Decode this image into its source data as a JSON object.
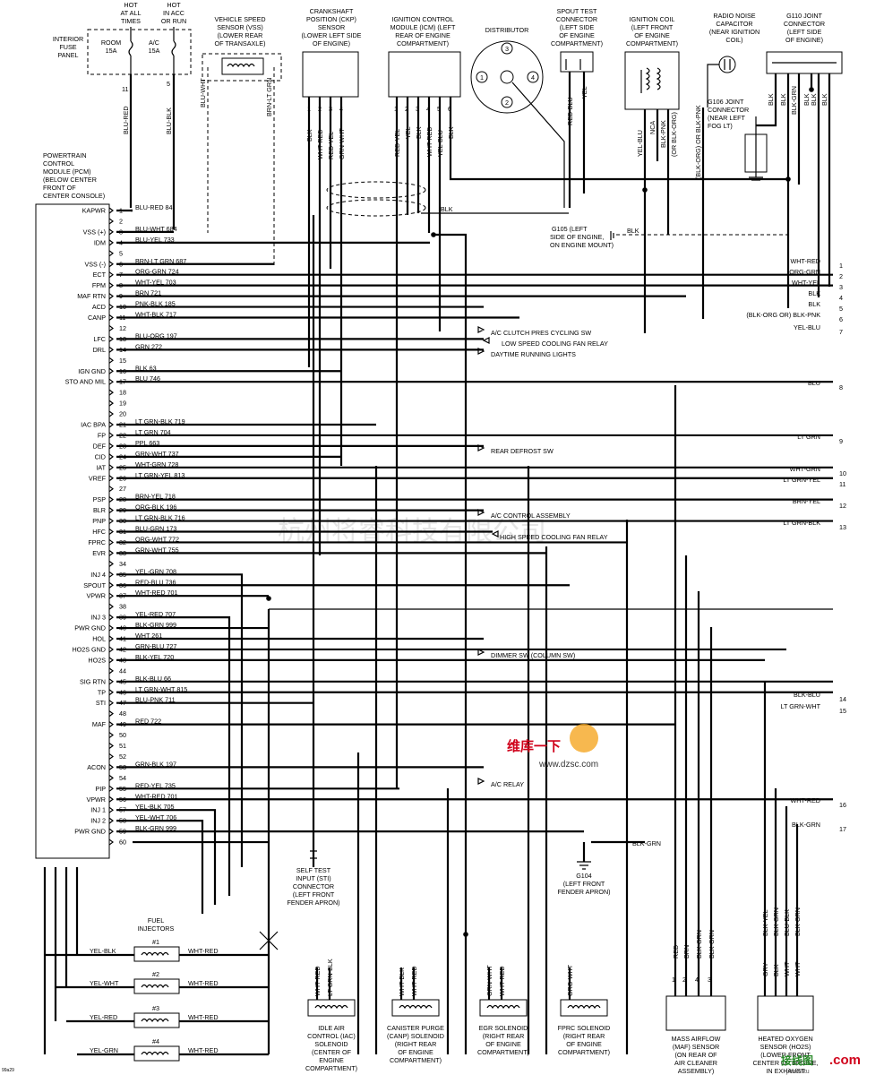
{
  "watermark": "杭州将睿科技有限公司",
  "watermark_site": "www.dzsc.com",
  "watermark_logo": "维库一下",
  "corner_logo": "接线图",
  "corner_url": ".com",
  "corner_sub": "jiexiantu",
  "corner_left": "99a29",
  "pcm_label": [
    "POWERTRAIN",
    "CONTROL",
    "MODULE (PCM)",
    "(BELOW CENTER",
    "FRONT OF",
    "CENTER CONSOLE)"
  ],
  "fuse_panel": {
    "label": [
      "INTERIOR",
      "FUSE",
      "PANEL"
    ],
    "hot1": [
      "HOT",
      "AT ALL",
      "TIMES"
    ],
    "hot2": [
      "HOT",
      "IN ACC",
      "OR RUN"
    ],
    "fuse1": [
      "ROOM",
      "15A"
    ],
    "fuse2": [
      "A/C",
      "15A"
    ],
    "pin1": "11",
    "pin2": "5",
    "wire1": "BLU-RED",
    "wire2": "BLU-BLK"
  },
  "top_components": [
    {
      "id": "vss",
      "lines": [
        "VEHICLE SPEED",
        "SENSOR (VSS)",
        "(LOWER REAR",
        "OF TRANSAXLE)"
      ],
      "wires": [
        "BLU-WHT",
        "BRN-LT GRN"
      ]
    },
    {
      "id": "ckp",
      "lines": [
        "CRANKSHAFT",
        "POSITION (CKP)",
        "SENSOR",
        "(LOWER LEFT SIDE",
        "OF ENGINE)"
      ],
      "pins": [
        "1",
        "2",
        "3",
        "4"
      ],
      "wires": [
        "BLK",
        "WHT-RED",
        "RED-YEL",
        "GRN-WHT"
      ]
    },
    {
      "id": "icm",
      "lines": [
        "IGNITION CONTROL",
        "MODULE (ICM) (LEFT",
        "REAR OF ENGINE",
        "COMPARTMENT)"
      ],
      "pins": [
        "1",
        "2",
        "3",
        "4",
        "5",
        "6"
      ],
      "wires": [
        "RED-YEL",
        "YEL",
        "BLK",
        "WHT-RED",
        "YEL-BLU",
        "BLK"
      ]
    },
    {
      "id": "dist",
      "lines": [
        "DISTRIBUTOR"
      ],
      "pins": [
        "1",
        "2",
        "3",
        "4"
      ]
    },
    {
      "id": "spout",
      "lines": [
        "SPOUT TEST",
        "CONNECTOR",
        "(LEFT SIDE",
        "OF ENGINE",
        "COMPARTMENT)"
      ],
      "wires": [
        "RED-BLU",
        "YEL"
      ]
    },
    {
      "id": "coil",
      "lines": [
        "IGNITION COIL",
        "(LEFT FRONT",
        "OF ENGINE",
        "COMPARTMENT)"
      ],
      "wires": [
        "YEL-BLU",
        "NCA",
        "BLK-PNK",
        "(OR BLK-ORG)"
      ]
    },
    {
      "id": "cap",
      "lines": [
        "RADIO NOISE",
        "CAPACITOR",
        "(NEAR IGNITION",
        "COIL)"
      ],
      "wires": [
        "(BLK-ORG) OR BLK-PNK"
      ]
    },
    {
      "id": "g106",
      "lines": [
        "G106 JOINT",
        "CONNECTOR",
        "(NEAR LEFT",
        "FOG LT)"
      ]
    },
    {
      "id": "g110",
      "lines": [
        "G110 JOINT",
        "CONNECTOR",
        "(LEFT SIDE",
        "OF ENGINE)"
      ],
      "wires": [
        "BLK",
        "BLK",
        "BLK-GRN",
        "BLK",
        "BLK",
        "BLK"
      ]
    }
  ],
  "g105": [
    "G105 (LEFT",
    "SIDE OF ENGINE,",
    "ON ENGINE MOUNT)"
  ],
  "g105_wire": "BLK",
  "g104": [
    "G104",
    "(LEFT FRONT",
    "FENDER APRON)"
  ],
  "sti_conn": [
    "SELF TEST",
    "INPUT (STI)",
    "CONNECTOR",
    "(LEFT FRONT",
    "FENDER APRON)"
  ],
  "pins": [
    {
      "n": "1",
      "wire": "BLU-RED 84",
      "func": "KAPWR"
    },
    {
      "n": "2",
      "wire": "",
      "func": ""
    },
    {
      "n": "3",
      "wire": "BLU-WHT 684",
      "func": "VSS (+)"
    },
    {
      "n": "4",
      "wire": "BLU-YEL 733",
      "func": "IDM"
    },
    {
      "n": "5",
      "wire": "",
      "func": ""
    },
    {
      "n": "6",
      "wire": "BRN-LT GRN 687",
      "func": "VSS (-)"
    },
    {
      "n": "7",
      "wire": "ORG-GRN 724",
      "func": "ECT"
    },
    {
      "n": "8",
      "wire": "WHT-YEL 703",
      "func": "FPM"
    },
    {
      "n": "9",
      "wire": "BRN 721",
      "func": "MAF RTN"
    },
    {
      "n": "10",
      "wire": "PNK-BLK 185",
      "func": "ACD"
    },
    {
      "n": "11",
      "wire": "WHT-BLK 717",
      "func": "CANP"
    },
    {
      "n": "12",
      "wire": "",
      "func": ""
    },
    {
      "n": "13",
      "wire": "BLU-ORG 197",
      "func": "LFC"
    },
    {
      "n": "14",
      "wire": "GRN 272",
      "func": "DRL"
    },
    {
      "n": "15",
      "wire": "",
      "func": ""
    },
    {
      "n": "16",
      "wire": "BLK 63",
      "func": "IGN GND"
    },
    {
      "n": "17",
      "wire": "BLU 746",
      "func": "STO AND MIL"
    },
    {
      "n": "18",
      "wire": "",
      "func": ""
    },
    {
      "n": "19",
      "wire": "",
      "func": ""
    },
    {
      "n": "20",
      "wire": "",
      "func": ""
    },
    {
      "n": "21",
      "wire": "LT GRN-BLK 719",
      "func": "IAC BPA"
    },
    {
      "n": "22",
      "wire": "LT GRN 704",
      "func": "FP"
    },
    {
      "n": "23",
      "wire": "PPL 663",
      "func": "DEF"
    },
    {
      "n": "24",
      "wire": "GRN-WHT 737",
      "func": "CID"
    },
    {
      "n": "25",
      "wire": "WHT-GRN 728",
      "func": "IAT"
    },
    {
      "n": "26",
      "wire": "LT GRN-YEL 813",
      "func": "VREF"
    },
    {
      "n": "27",
      "wire": "",
      "func": ""
    },
    {
      "n": "28",
      "wire": "BRN-YEL 718",
      "func": "PSP"
    },
    {
      "n": "29",
      "wire": "ORG-BLK 196",
      "func": "BLR"
    },
    {
      "n": "30",
      "wire": "LT GRN-BLK 716",
      "func": "PNP"
    },
    {
      "n": "31",
      "wire": "BLU-GRN 173",
      "func": "HFC"
    },
    {
      "n": "32",
      "wire": "ORG-WHT 772",
      "func": "FPRC"
    },
    {
      "n": "33",
      "wire": "GRN-WHT 755",
      "func": "EVR"
    },
    {
      "n": "34",
      "wire": "",
      "func": ""
    },
    {
      "n": "35",
      "wire": "YEL-GRN 708",
      "func": "INJ 4"
    },
    {
      "n": "36",
      "wire": "RED-BLU 736",
      "func": "SPOUT"
    },
    {
      "n": "37",
      "wire": "WHT-RED 701",
      "func": "VPWR"
    },
    {
      "n": "38",
      "wire": "",
      "func": ""
    },
    {
      "n": "39",
      "wire": "YEL-RED 707",
      "func": "INJ 3"
    },
    {
      "n": "40",
      "wire": "BLK-GRN 999",
      "func": "PWR GND"
    },
    {
      "n": "41",
      "wire": "WHT 261",
      "func": "HOL"
    },
    {
      "n": "42",
      "wire": "GRN-BLU 727",
      "func": "HO2S GND"
    },
    {
      "n": "43",
      "wire": "BLK-YEL 720",
      "func": "HO2S"
    },
    {
      "n": "44",
      "wire": "",
      "func": ""
    },
    {
      "n": "45",
      "wire": "BLK-BLU 66",
      "func": "SIG RTN"
    },
    {
      "n": "46",
      "wire": "LT GRN-WHT 815",
      "func": "TP"
    },
    {
      "n": "47",
      "wire": "BLU-PNK 711",
      "func": "STI"
    },
    {
      "n": "48",
      "wire": "",
      "func": ""
    },
    {
      "n": "49",
      "wire": "RED 722",
      "func": "MAF"
    },
    {
      "n": "50",
      "wire": "",
      "func": ""
    },
    {
      "n": "51",
      "wire": "",
      "func": ""
    },
    {
      "n": "52",
      "wire": "",
      "func": ""
    },
    {
      "n": "53",
      "wire": "GRN-BLK 197",
      "func": "ACON"
    },
    {
      "n": "54",
      "wire": "",
      "func": ""
    },
    {
      "n": "55",
      "wire": "RED-YEL 735",
      "func": "PIP"
    },
    {
      "n": "56",
      "wire": "WHT-RED 701",
      "func": "VPWR"
    },
    {
      "n": "57",
      "wire": "YEL-BLK 705",
      "func": "INJ 1"
    },
    {
      "n": "58",
      "wire": "YEL-WHT 706",
      "func": "INJ 2"
    },
    {
      "n": "59",
      "wire": "BLK-GRN 999",
      "func": "PWR GND"
    },
    {
      "n": "60",
      "wire": "",
      "func": ""
    }
  ],
  "right_outputs": [
    {
      "n": "1",
      "wire": "WHT-RED"
    },
    {
      "n": "2",
      "wire": "ORG-GRN"
    },
    {
      "n": "3",
      "wire": "WHT-YEL"
    },
    {
      "n": "4",
      "wire": "BLK"
    },
    {
      "n": "5",
      "wire": "BLK"
    },
    {
      "n": "6",
      "wire": "(BLK-ORG OR) BLK-PNK"
    },
    {
      "n": "7",
      "wire": "YEL-BLU"
    },
    {
      "n": "8",
      "wire": "BLU"
    },
    {
      "n": "9",
      "wire": "LT GRN"
    },
    {
      "n": "10",
      "wire": "WHT-GRN"
    },
    {
      "n": "11",
      "wire": "LT GRN-YEL"
    },
    {
      "n": "12",
      "wire": "BRN-YEL"
    },
    {
      "n": "13",
      "wire": "LT GRN-BLK"
    },
    {
      "n": "14",
      "wire": "BLK-BLU"
    },
    {
      "n": "15",
      "wire": "LT GRN-WHT"
    },
    {
      "n": "16",
      "wire": "WHT-RED"
    },
    {
      "n": "17",
      "wire": "BLK-GRN"
    }
  ],
  "arrow_labels": [
    "A/C CLUTCH PRES CYCLING SW",
    "LOW SPEED COOLING FAN RELAY",
    "DAYTIME RUNNING LIGHTS",
    "REAR DEFROST SW",
    "A/C CONTROL ASSEMBLY",
    "HIGH SPEED COOLING FAN RELAY",
    "DIMMER SW (COLUMN SW)",
    "A/C RELAY"
  ],
  "g104_wire": "BLK-GRN",
  "injectors": {
    "title": [
      "FUEL",
      "INJECTORS"
    ],
    "items": [
      {
        "num": "#1",
        "left": "YEL-BLK",
        "right": "WHT-RED"
      },
      {
        "num": "#2",
        "left": "YEL-WHT",
        "right": "WHT-RED"
      },
      {
        "num": "#3",
        "left": "YEL-RED",
        "right": "WHT-RED"
      },
      {
        "num": "#4",
        "left": "YEL-GRN",
        "right": "WHT-RED"
      }
    ]
  },
  "solenoids": [
    {
      "id": "iac",
      "lines": [
        "IDLE AIR",
        "CONTROL (IAC)",
        "SOLENOID",
        "(CENTER OF",
        "ENGINE",
        "COMPARTMENT)"
      ],
      "wires": [
        "WHT-RED",
        "LT GRN-BLK"
      ]
    },
    {
      "id": "canp",
      "lines": [
        "CANISTER PURGE",
        "(CANP) SOLENOID",
        "(RIGHT REAR",
        "OF ENGINE",
        "COMPARTMENT)"
      ],
      "wires": [
        "WHT-BLK",
        "WHT-RED"
      ]
    },
    {
      "id": "egr",
      "lines": [
        "EGR SOLENOID",
        "(RIGHT REAR",
        "OF ENGINE",
        "COMPARTMENT)"
      ],
      "wires": [
        "GRN-WHT",
        "WHT-RED"
      ]
    },
    {
      "id": "fprc",
      "lines": [
        "FPRC SOLENOID",
        "(RIGHT REAR",
        "OF ENGINE",
        "COMPARTMENT)"
      ],
      "wires": [
        "ORG-WHT"
      ]
    }
  ],
  "maf": {
    "lines": [
      "MASS AIRFLOW",
      "(MAF) SENSOR",
      "(ON REAR OF",
      "AIR CLEANER",
      "ASSEMBLY)"
    ],
    "pins": [
      "1",
      "2",
      "4",
      "3"
    ],
    "wires": [
      "RED",
      "BRN",
      "BLK-GRN",
      "BLK-GRN"
    ]
  },
  "ho2s": {
    "lines": [
      "HEATED OXYGEN",
      "SENSOR (HO2S)",
      "(LOWER FRONT",
      "CENTER OF ENGINE,",
      "IN EXHAUST",
      "MANIFOLD)"
    ],
    "wires": [
      "BLK-YEL",
      "BLK-GRN",
      "BLU-BLK",
      "BLK-GRN"
    ],
    "inner": [
      "GRY",
      "BLK",
      "WHT",
      "WHT"
    ]
  }
}
